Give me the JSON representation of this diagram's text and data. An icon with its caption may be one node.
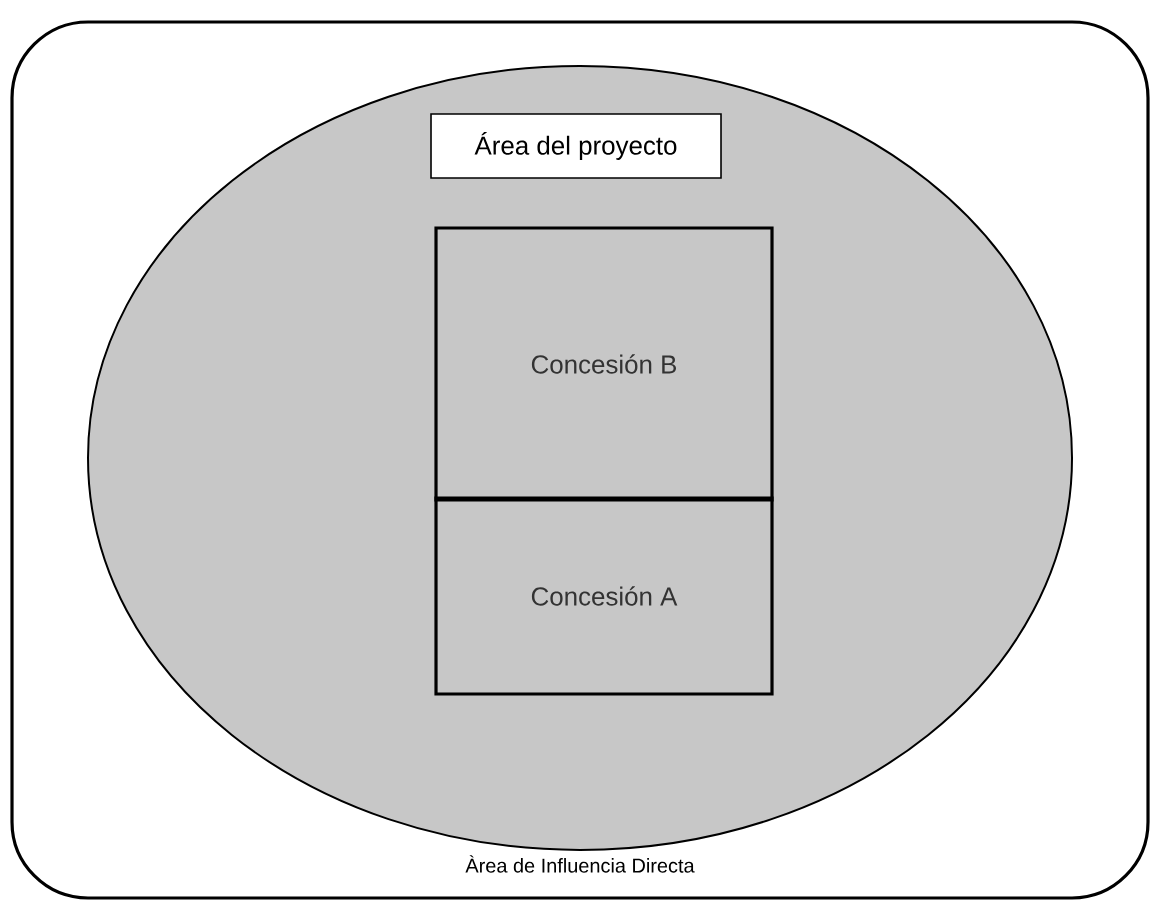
{
  "diagram": {
    "nodes": [
      {
        "text": [
          "Àrea de Influencia Directa"
        ]
      },
      {
        "text": [],
        "shape": "ellipse",
        "in": 0
      },
      {
        "text": [
          "Área del proyecto"
        ],
        "in": 1
      },
      {
        "text": [
          "Concesión B"
        ],
        "in": 1
      },
      {
        "text": [
          "Concesión A"
        ],
        "in": 1
      }
    ]
  }
}
